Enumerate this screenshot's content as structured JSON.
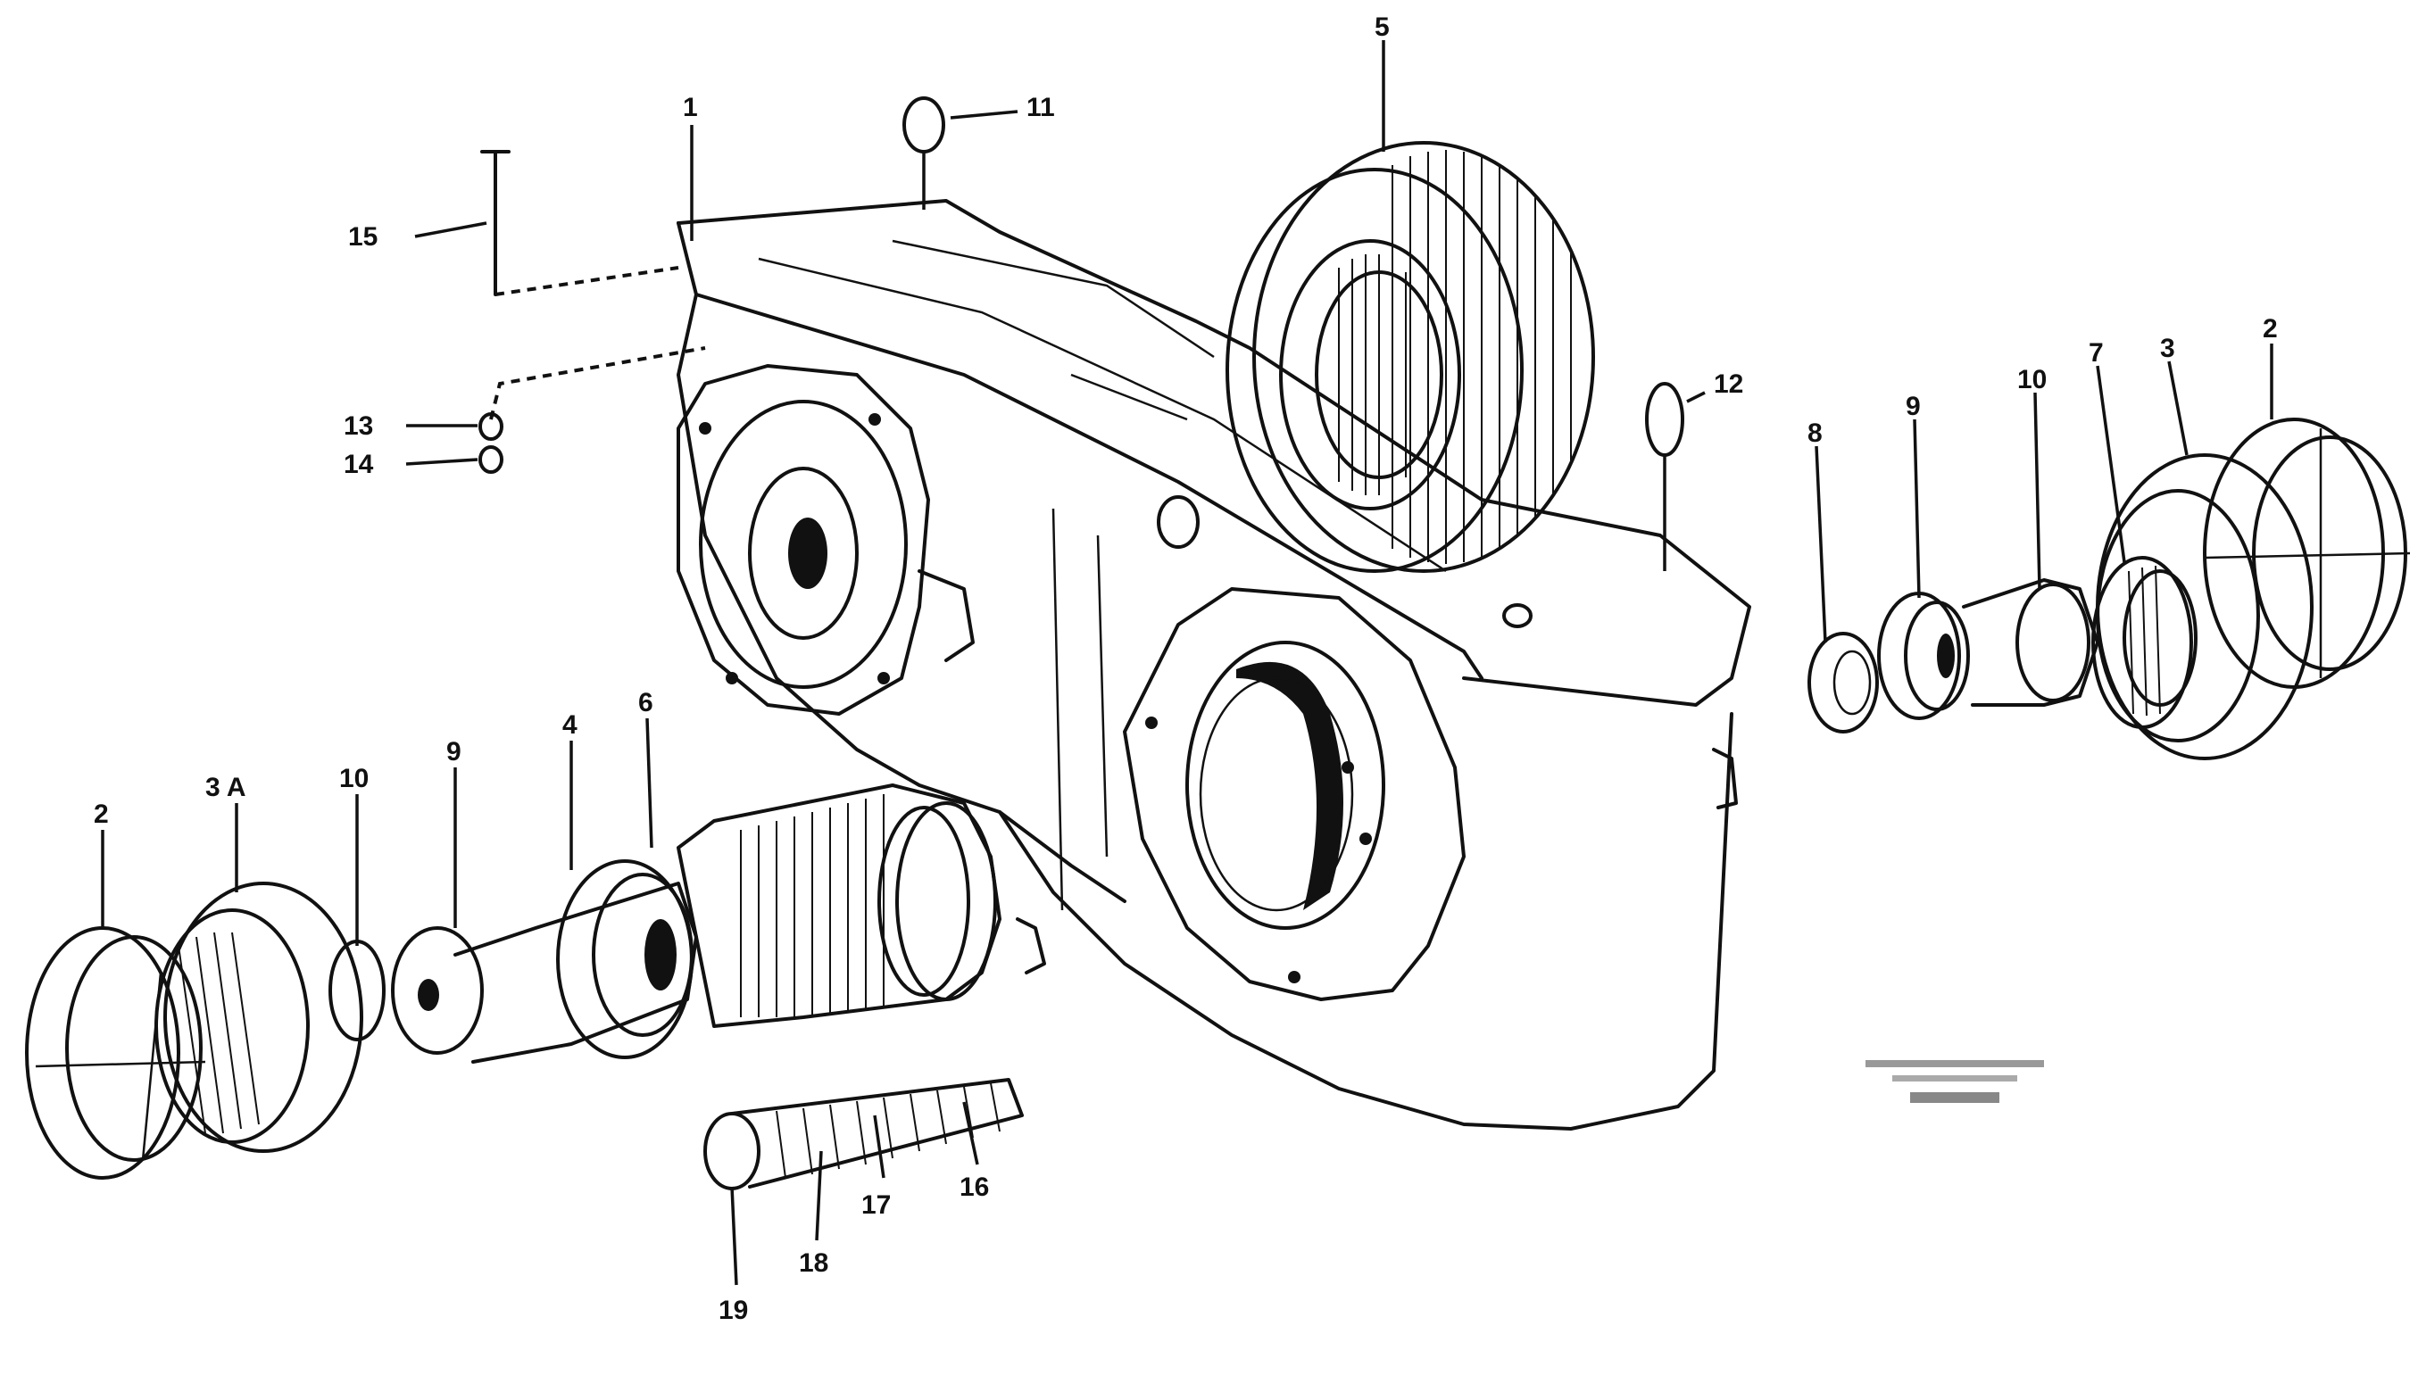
{
  "callouts": {
    "c1": "1",
    "c5": "5",
    "c11": "11",
    "c15": "15",
    "c13": "13",
    "c14": "14",
    "c12": "12",
    "c8r": "8",
    "c9r": "9",
    "c10r": "10",
    "c7r": "7",
    "c3r": "3",
    "c2r": "2",
    "c2l": "2",
    "c3al": "3 A",
    "c10l": "10",
    "c9l": "9",
    "c4l": "4",
    "c6l": "6",
    "c16": "16",
    "c17": "17",
    "c18": "18",
    "c19": "19"
  },
  "stamp": {
    "line1": "",
    "line2": "",
    "code": ""
  }
}
